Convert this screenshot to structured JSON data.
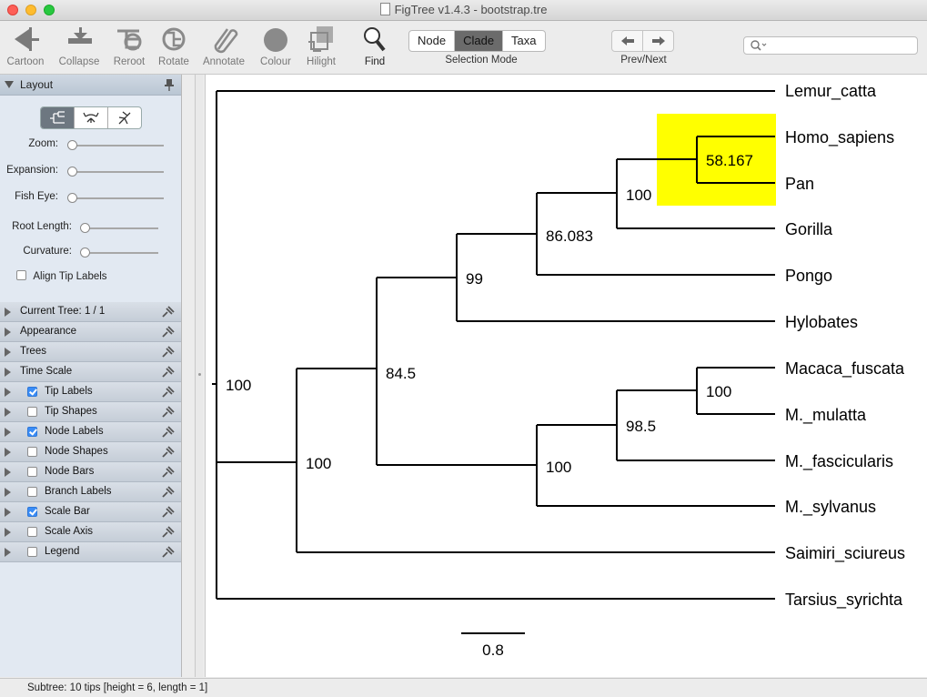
{
  "window": {
    "title": "FigTree v1.4.3 - bootstrap.tre"
  },
  "toolbar": {
    "tools": [
      {
        "label": "Cartoon",
        "icon": "cartoon-icon"
      },
      {
        "label": "Collapse",
        "icon": "collapse-icon"
      },
      {
        "label": "Reroot",
        "icon": "reroot-icon"
      },
      {
        "label": "Rotate",
        "icon": "rotate-icon"
      },
      {
        "label": "Annotate",
        "icon": "annotate-icon"
      },
      {
        "label": "Colour",
        "icon": "colour-icon"
      },
      {
        "label": "Hilight",
        "icon": "hilight-icon"
      },
      {
        "label": "Find",
        "icon": "find-icon"
      }
    ],
    "selection_mode": {
      "options": [
        "Node",
        "Clade",
        "Taxa"
      ],
      "selected": "Clade",
      "label": "Selection Mode"
    },
    "prev_next_label": "Prev/Next",
    "search": {
      "value": "",
      "placeholder": ""
    }
  },
  "side_panel": {
    "layout_title": "Layout",
    "layout_types": [
      "rectangular",
      "polar",
      "radial"
    ],
    "sliders": [
      {
        "label": "Zoom:",
        "value": 0
      },
      {
        "label": "Expansion:",
        "value": 0
      },
      {
        "label": "Fish Eye:",
        "value": 0
      },
      {
        "label": "Root Length:",
        "value": 0
      },
      {
        "label": "Curvature:",
        "value": 0
      }
    ],
    "align_tip_labels": {
      "label": "Align Tip Labels",
      "checked": false
    },
    "sections": [
      {
        "label": "Current Tree: 1 / 1",
        "checkbox": null
      },
      {
        "label": "Appearance",
        "checkbox": null
      },
      {
        "label": "Trees",
        "checkbox": null
      },
      {
        "label": "Time Scale",
        "checkbox": null
      },
      {
        "label": "Tip Labels",
        "checkbox": true
      },
      {
        "label": "Tip Shapes",
        "checkbox": false
      },
      {
        "label": "Node Labels",
        "checkbox": true
      },
      {
        "label": "Node Shapes",
        "checkbox": false
      },
      {
        "label": "Node Bars",
        "checkbox": false
      },
      {
        "label": "Branch Labels",
        "checkbox": false
      },
      {
        "label": "Scale Bar",
        "checkbox": true
      },
      {
        "label": "Scale Axis",
        "checkbox": false
      },
      {
        "label": "Legend",
        "checkbox": false
      }
    ]
  },
  "tree": {
    "tips": [
      "Lemur_catta",
      "Homo_sapiens",
      "Pan",
      "Gorilla",
      "Pongo",
      "Hylobates",
      "Macaca_fuscata",
      "M._mulatta",
      "M._fascicularis",
      "M._sylvanus",
      "Saimiri_sciureus",
      "Tarsius_syrichta"
    ],
    "node_labels": {
      "root": "100",
      "homo_pan": "58.167",
      "homo_pan_gorilla": "100",
      "with_pongo": "86.083",
      "with_hylobates": "99",
      "catarrhini": "84.5",
      "macaca_fm": "100",
      "macaca_fmf": "98.5",
      "cercopithecidae": "100",
      "anthropoidea": "100"
    },
    "highlight_color": "#ffff00",
    "scale_bar": "0.8"
  },
  "status": {
    "text": "Subtree: 10 tips [height = 6, length = 1]"
  }
}
